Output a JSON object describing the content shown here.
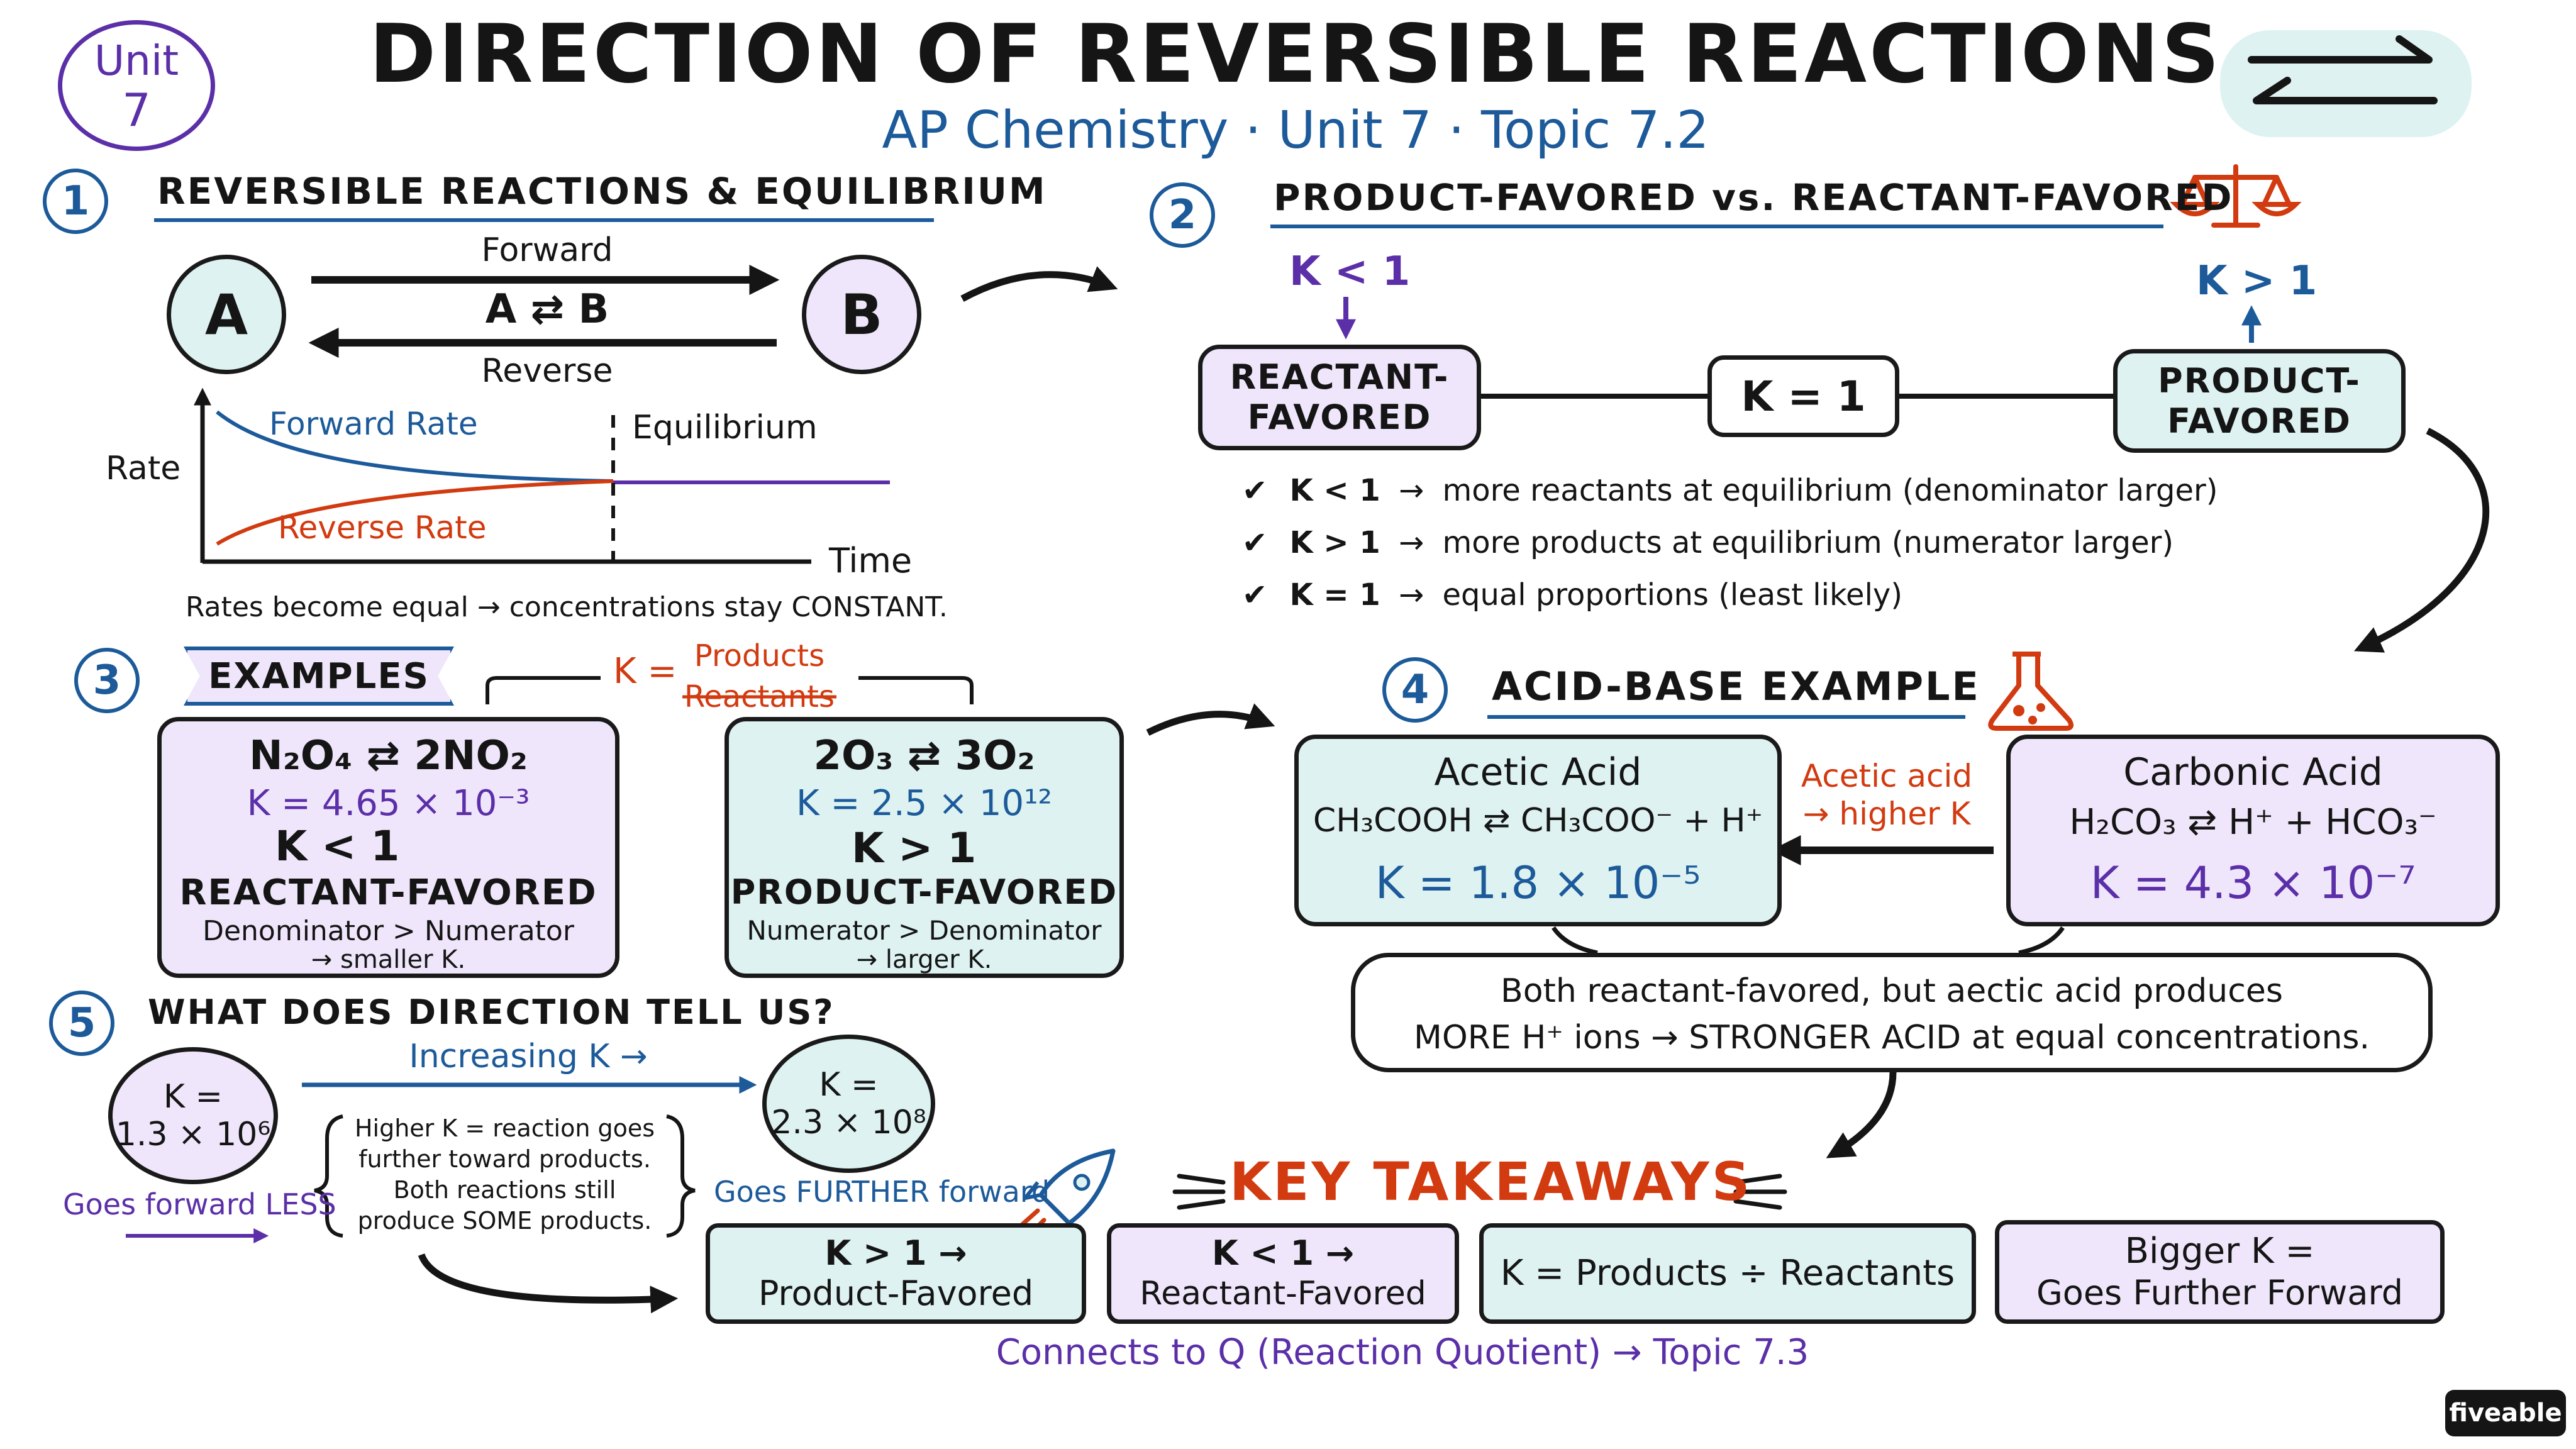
{
  "header": {
    "unit_word": "Unit",
    "unit_number": "7",
    "title": "DIRECTION OF REVERSIBLE REACTIONS",
    "subtitle": "AP Chemistry · Unit 7 · Topic 7.2"
  },
  "section1": {
    "number": "1",
    "title": "REVERSIBLE REACTIONS & EQUILIBRIUM",
    "species_a": "A",
    "species_b": "B",
    "forward": "Forward",
    "reverse": "Reverse",
    "reaction": "A ⇄ B",
    "graph": {
      "y_label": "Rate",
      "x_label": "Time",
      "forward_rate": "Forward Rate",
      "reverse_rate": "Reverse Rate",
      "equilibrium": "Equilibrium",
      "forward_color": "#1c5a9a",
      "reverse_color": "#d23a10",
      "equilibrium_color": "#5b2fa8"
    },
    "caption": "Rates become equal → concentrations stay CONSTANT."
  },
  "section2": {
    "number": "2",
    "title": "PRODUCT-FAVORED vs. REACTANT-FAVORED",
    "scale_icon": "balance-scale-icon",
    "k_less": "K < 1",
    "k_greater": "K > 1",
    "reactant_box": "REACTANT-\nFAVORED",
    "k_equal_box": "K = 1",
    "product_box": "PRODUCT-\nFAVORED",
    "checks": [
      {
        "k": "K < 1",
        "text": "more reactants at equilibrium (denominator larger)"
      },
      {
        "k": "K > 1",
        "text": "more products at equilibrium (numerator larger)"
      },
      {
        "k": "K = 1",
        "text": "equal proportions (least likely)"
      }
    ]
  },
  "section3": {
    "number": "3",
    "title": "EXAMPLES",
    "k_label": "K =",
    "k_numerator": "Products",
    "k_denominator": "Reactants",
    "example1": {
      "equation": "N₂O₄ ⇄ 2NO₂",
      "k_value": "K = 4.65 × 10⁻³",
      "k_compare": "K < 1",
      "favored": "REACTANT-FAVORED",
      "note1": "Denominator > Numerator",
      "note2": "→ smaller K."
    },
    "example2": {
      "equation": "2O₃ ⇄ 3O₂",
      "k_value": "K = 2.5 × 10¹²",
      "k_compare": "K > 1",
      "favored": "PRODUCT-FAVORED",
      "note1": "Numerator > Denominator",
      "note2": "→ larger K."
    }
  },
  "section4": {
    "number": "4",
    "title": "ACID-BASE EXAMPLE",
    "flask_icon": "flask-icon",
    "acetic": {
      "name": "Acetic Acid",
      "equation": "CH₃COOH ⇄ CH₃COO⁻ + H⁺",
      "k": "K = 1.8 × 10⁻⁵"
    },
    "carbonic": {
      "name": "Carbonic Acid",
      "equation": "H₂CO₃ ⇄ H⁺ + HCO₃⁻",
      "k": "K = 4.3 × 10⁻⁷"
    },
    "compare_line1": "Acetic acid",
    "compare_line2": "→ higher K",
    "note_line1": "Both reactant-favored, but aectic acid produces",
    "note_line2": "MORE H⁺ ions → STRONGER ACID at equal concentrations."
  },
  "section5": {
    "number": "5",
    "title": "WHAT DOES DIRECTION TELL US?",
    "left_k_line1": "K =",
    "left_k_line2": "1.3 × 10⁶",
    "right_k_line1": "K =",
    "right_k_line2": "2.3 × 10⁸",
    "increasing": "Increasing K →",
    "goes_less": "Goes forward LESS",
    "goes_further": "Goes FURTHER forward",
    "brace_lines": [
      "Higher K = reaction goes",
      "further toward products.",
      "Both reactions still",
      "produce SOME products."
    ],
    "rocket_icon": "rocket-icon"
  },
  "takeaways": {
    "title": "KEY TAKEAWAYS",
    "cards": [
      {
        "line1": "K > 1 →",
        "line2": "Product-Favored"
      },
      {
        "line1": "K < 1 →",
        "line2": "Reactant-Favored"
      },
      {
        "line1": "K = Products ÷ Reactants",
        "line2": ""
      },
      {
        "line1": "Bigger K =",
        "line2": "Goes Further Forward"
      }
    ],
    "footer": "Connects to Q (Reaction Quotient) → Topic 7.3"
  },
  "brand": "fiveable",
  "colors": {
    "blue": "#1c5a9a",
    "purple": "#5b2fa8",
    "red": "#d23a10",
    "purple_fill": "#efe6fb",
    "teal_fill": "#ddf2f1"
  }
}
